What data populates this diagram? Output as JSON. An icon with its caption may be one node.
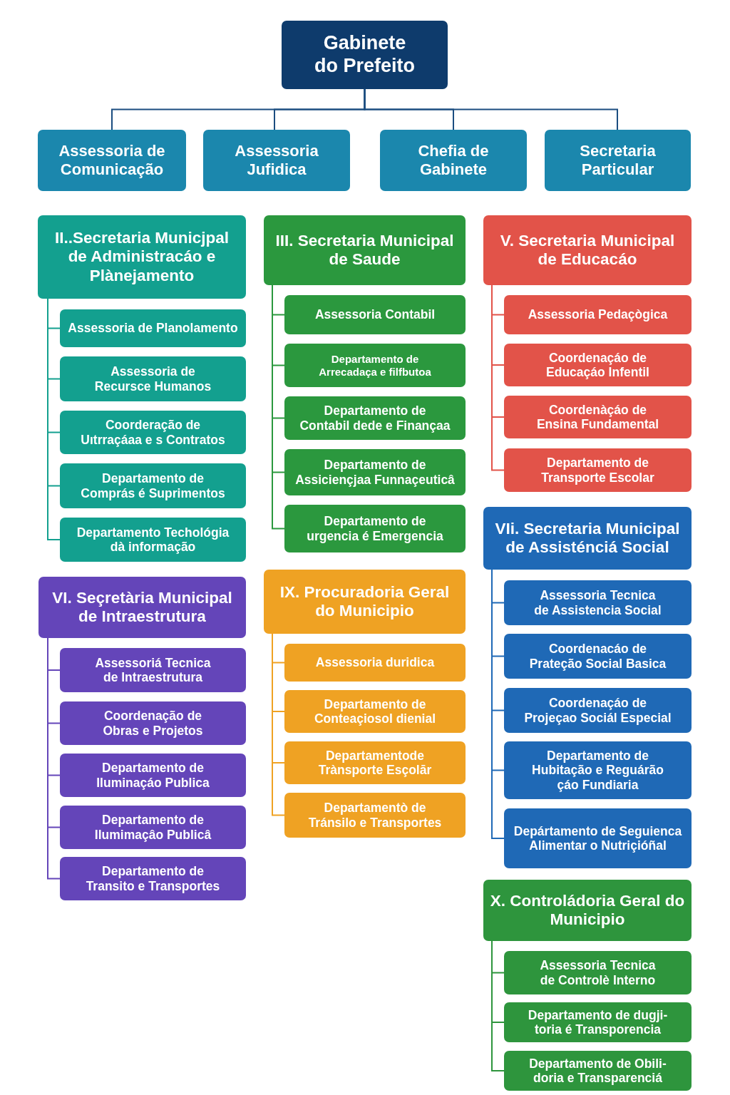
{
  "diagram": {
    "nodes": [
      {
        "text": [
          "Gabinete do Prefeito"
        ]
      },
      {
        "text": [
          "Assessoria de Comunicação"
        ]
      },
      {
        "text": [
          "Assessoria Jufidica"
        ]
      },
      {
        "text": [
          "Chefia de Gabinete"
        ]
      },
      {
        "text": [
          "Secretaria Particular"
        ]
      },
      {
        "text": [
          "II..Secretaria Municjpal de Administracáo e Plànejamento"
        ]
      },
      {
        "text": [
          "Assessoria de Planolamento"
        ]
      },
      {
        "text": [
          "Assessoria de Recursce Humanos"
        ]
      },
      {
        "text": [
          "Coorderação de Uıtrraçáaa e s Contratos"
        ]
      },
      {
        "text": [
          "Departamento de Comprás é Suprimentos"
        ]
      },
      {
        "text": [
          "Departamento Techológia dà informação"
        ]
      },
      {
        "text": [
          "III. Secretaria Municipal de Saude"
        ]
      },
      {
        "text": [
          "Assessoria Contabil"
        ]
      },
      {
        "text": [
          "Departamento de Arrecadaça e filfbutoa"
        ]
      },
      {
        "text": [
          "Departamento de Contabil dede e Finançaa"
        ]
      },
      {
        "text": [
          "Departamento de Assiciençjaa Funnaçeuticâ"
        ]
      },
      {
        "text": [
          "Departamento de urgencia é Emergencia"
        ]
      },
      {
        "text": [
          "V. Secretaria Municipal de Educacáo"
        ]
      },
      {
        "text": [
          "Assessoria Pedaçògica"
        ]
      },
      {
        "text": [
          "Coordenaçáo de Educaçáo Infentil"
        ]
      },
      {
        "text": [
          "Coordenàçáo de Ensina Fundamental"
        ]
      },
      {
        "text": [
          "Departamento de Transporte Escolar"
        ]
      },
      {
        "text": [
          "VI. Seçretària Municipal de Intraestrutura"
        ]
      },
      {
        "text": [
          "Assessoriá Tecnica de Intraestrutura"
        ]
      },
      {
        "text": [
          "Coordenação de Obras e Projetos"
        ]
      },
      {
        "text": [
          "Departamento de Iluminaçáo Publica"
        ]
      },
      {
        "text": [
          "Departamento de Ilumimaçâo Publicâ"
        ]
      },
      {
        "text": [
          "Departamento de Transito e Transportes"
        ]
      },
      {
        "text": [
          "IX. Procuradoria Geral do Municipio"
        ]
      },
      {
        "text": [
          "Assessoria duridica"
        ]
      },
      {
        "text": [
          "Departamento de Conteaçiosol dienial"
        ]
      },
      {
        "text": [
          "Departamentode Trànsporte Esçolār"
        ]
      },
      {
        "text": [
          "Departamentò de Tránsilo e Transportes"
        ]
      },
      {
        "text": [
          "VIi. Secretaria Municipal de Assisténciá Social"
        ]
      },
      {
        "text": [
          "Assessoria Tecnica de Assistencia Social"
        ]
      },
      {
        "text": [
          "Coordenacáo de Prateção Social Basica"
        ]
      },
      {
        "text": [
          "Coordenaçáo de Projeçao Sociál Especial"
        ]
      },
      {
        "text": [
          "Departamento de Hubitação e Reguárão çáo Fundiaria"
        ]
      },
      {
        "text": [
          "Depártamento de Seguienca Alimentar o Nutriçióñal"
        ]
      },
      {
        "text": [
          "X. Controládoria Geral do Municipio"
        ]
      },
      {
        "text": [
          "Assessoria Tecnica de Controlè Interno"
        ]
      },
      {
        "text": [
          "Departamento de dugji- toria é Transporencia"
        ]
      },
      {
        "text": [
          "Departamento de Obili- doria e Transparenciá"
        ]
      }
    ],
    "edges": [
      {
        "from": 0,
        "to": 1,
        "arrow": "none"
      },
      {
        "from": 0,
        "to": 2,
        "arrow": "none"
      },
      {
        "from": 0,
        "to": 3,
        "arrow": "none"
      },
      {
        "from": 0,
        "to": 4,
        "arrow": "none"
      },
      {
        "from": 5,
        "to": 6,
        "arrow": "none",
        "color": "#13a08f"
      },
      {
        "from": 5,
        "to": 7,
        "arrow": "none",
        "color": "#13a08f"
      },
      {
        "from": 5,
        "to": 8,
        "arrow": "none",
        "color": "#13a08f"
      },
      {
        "from": 5,
        "to": 9,
        "arrow": "none",
        "color": "#13a08f"
      },
      {
        "from": 5,
        "to": 10,
        "arrow": "none",
        "color": "#13a08f"
      },
      {
        "from": 11,
        "to": 12,
        "arrow": "none",
        "color": "#2b983e"
      },
      {
        "from": 11,
        "to": 13,
        "arrow": "none",
        "color": "#2b983e"
      },
      {
        "from": 11,
        "to": 14,
        "arrow": "none",
        "color": "#2b983e"
      },
      {
        "from": 11,
        "to": 15,
        "arrow": "none",
        "color": "#2b983e"
      },
      {
        "from": 11,
        "to": 16,
        "arrow": "none",
        "color": "#2b983e"
      },
      {
        "from": 17,
        "to": 18,
        "arrow": "none",
        "color": "#e25349"
      },
      {
        "from": 17,
        "to": 19,
        "arrow": "none",
        "color": "#e25349"
      },
      {
        "from": 17,
        "to": 20,
        "arrow": "none",
        "color": "#e25349"
      },
      {
        "from": 17,
        "to": 21,
        "arrow": "none",
        "color": "#e25349"
      },
      {
        "from": 22,
        "to": 23,
        "arrow": "none",
        "color": "#6445b9"
      },
      {
        "from": 22,
        "to": 24,
        "arrow": "none",
        "color": "#6445b9"
      },
      {
        "from": 22,
        "to": 25,
        "arrow": "none",
        "color": "#6445b9"
      },
      {
        "from": 22,
        "to": 26,
        "arrow": "none",
        "color": "#6445b9"
      },
      {
        "from": 22,
        "to": 27,
        "arrow": "none",
        "color": "#6445b9"
      },
      {
        "from": 28,
        "to": 29,
        "arrow": "none",
        "color": "#efa223"
      },
      {
        "from": 28,
        "to": 30,
        "arrow": "none",
        "color": "#efa223"
      },
      {
        "from": 28,
        "to": 31,
        "arrow": "none",
        "color": "#efa223"
      },
      {
        "from": 28,
        "to": 32,
        "arrow": "none",
        "color": "#efa223"
      },
      {
        "from": 33,
        "to": 34,
        "arrow": "none",
        "color": "#1f69b6"
      },
      {
        "from": 33,
        "to": 35,
        "arrow": "none",
        "color": "#1f69b6"
      },
      {
        "from": 33,
        "to": 36,
        "arrow": "none",
        "color": "#1f69b6"
      },
      {
        "from": 33,
        "to": 37,
        "arrow": "none",
        "color": "#1f69b6"
      },
      {
        "from": 33,
        "to": 38,
        "arrow": "none",
        "color": "#1f69b6"
      },
      {
        "from": 39,
        "to": 40,
        "arrow": "none",
        "color": "#2e953d"
      },
      {
        "from": 39,
        "to": 41,
        "arrow": "none",
        "color": "#2e953d"
      },
      {
        "from": 39,
        "to": 42,
        "arrow": "none",
        "color": "#2e953d"
      }
    ]
  }
}
